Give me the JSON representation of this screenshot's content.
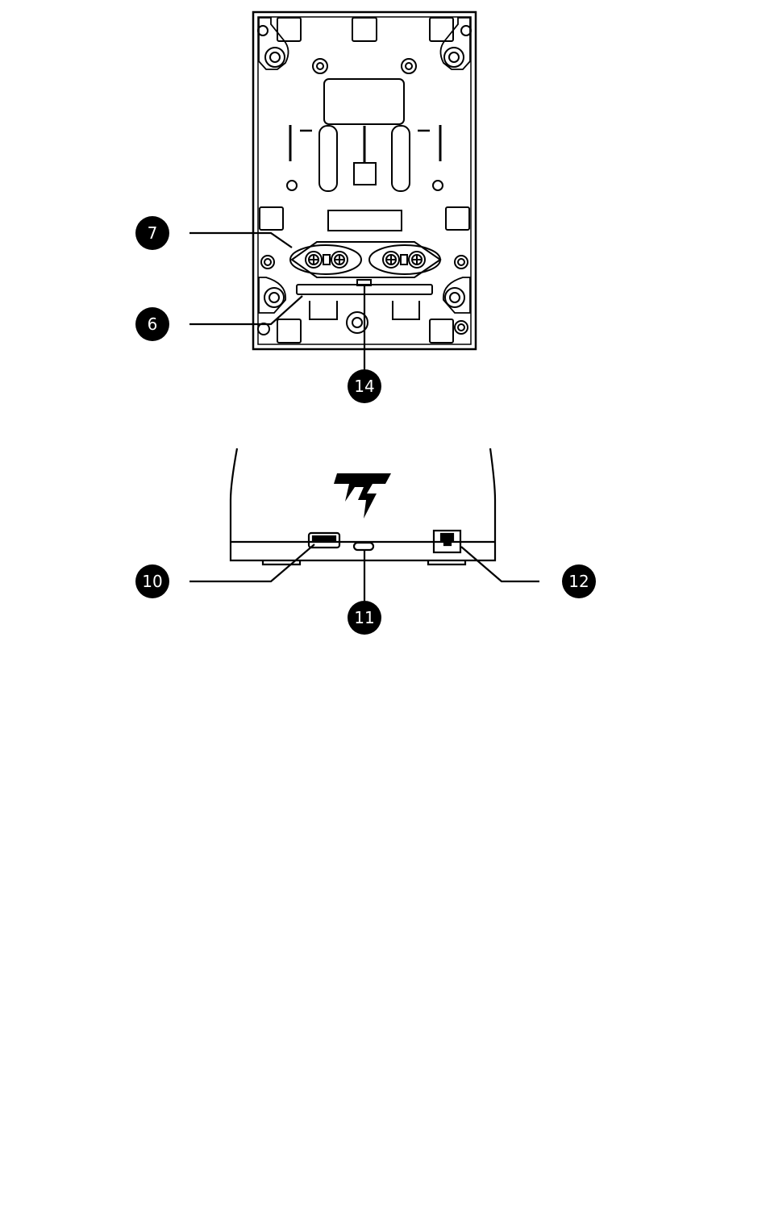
{
  "figure": {
    "callouts": {
      "c7": "7",
      "c6": "6",
      "c14": "14",
      "c10": "10",
      "c11": "11",
      "c12": "12"
    },
    "logo_icon": "thrustmaster-logo-icon",
    "colors": {
      "ink": "#000000",
      "paper": "#ffffff"
    }
  }
}
